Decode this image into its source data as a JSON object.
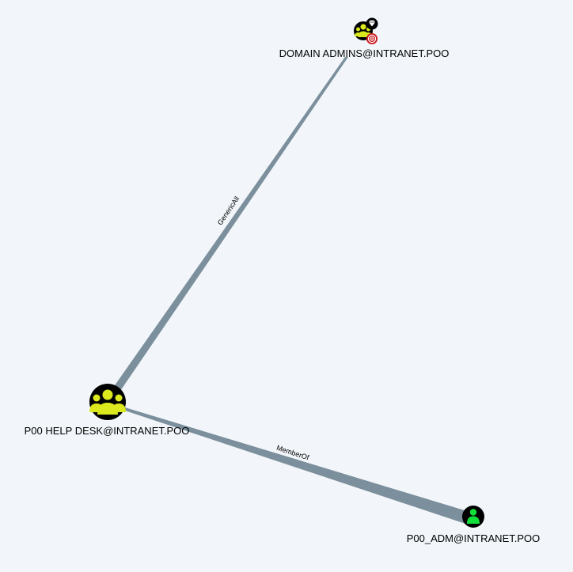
{
  "graph": {
    "nodes": {
      "domain_admins": {
        "label": "DOMAIN ADMINS@INTRANET.POO",
        "type": "group",
        "badges": [
          "crown-icon",
          "target-icon"
        ]
      },
      "help_desk": {
        "label": "P00 HELP DESK@INTRANET.POO",
        "type": "group"
      },
      "adm_user": {
        "label": "P00_ADM@INTRANET.POO",
        "type": "user"
      }
    },
    "edges": {
      "generic_all": {
        "label": "GenericAll",
        "source": "help_desk",
        "target": "domain_admins"
      },
      "member_of": {
        "label": "MemberOf",
        "source": "adm_user",
        "target": "help_desk"
      }
    }
  },
  "colors": {
    "background": "#f2f6fa",
    "edge": "#7b8f9c",
    "node_fill": "#000000",
    "group_icon": "#dbe81e",
    "user_icon": "#12e03a",
    "target_badge": "#c8141b"
  }
}
